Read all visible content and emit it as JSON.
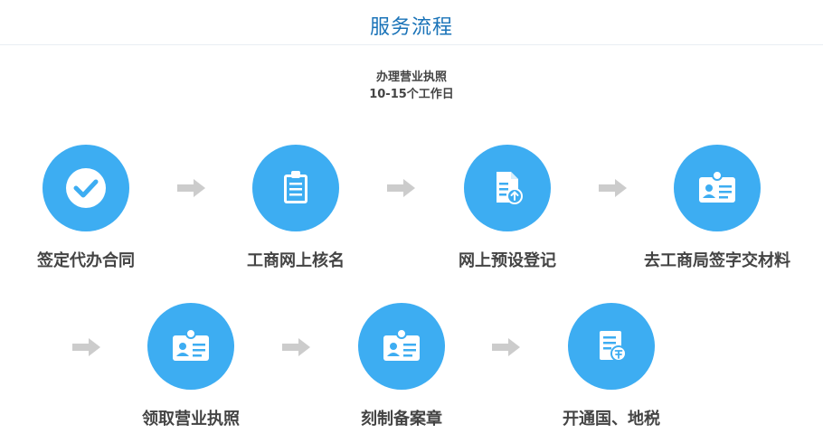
{
  "header": {
    "title": "服务流程"
  },
  "summary": {
    "line1": "办理营业执照",
    "line2": "10-15个工作日"
  },
  "steps": [
    {
      "label": "签定代办合同",
      "icon": "checkmark-icon"
    },
    {
      "label": "工商网上核名",
      "icon": "clipboard-icon"
    },
    {
      "label": "网上预设登记",
      "icon": "document-upload-icon"
    },
    {
      "label": "去工商局签字交材料",
      "icon": "id-card-icon"
    },
    {
      "label": "领取营业执照",
      "icon": "id-card-icon"
    },
    {
      "label": "刻制备案章",
      "icon": "id-card-icon"
    },
    {
      "label": "开通国、地税",
      "icon": "tax-document-icon"
    }
  ],
  "colors": {
    "accent": "#3dadf2",
    "title": "#1a73b8",
    "arrow": "#cccccc",
    "text": "#444444"
  }
}
